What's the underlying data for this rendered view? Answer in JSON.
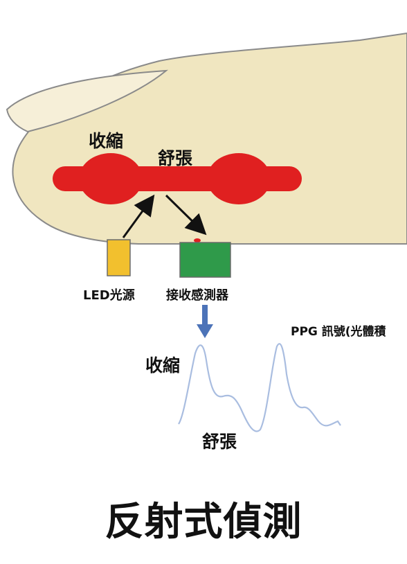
{
  "labels": {
    "contraction_top": "收縮",
    "relaxation_top": "舒張",
    "led_source": "LED光源",
    "receiver_sensor": "接收感測器",
    "ppg_signal": "PPG 訊號(光體積",
    "contraction_ppg": "收縮",
    "relaxation_ppg": "舒張",
    "title": "反射式偵測"
  },
  "colors": {
    "finger_fill": "#f0e6c0",
    "finger_outline": "#8a8a8a",
    "vessel": "#e02020",
    "led": "#f2c02e",
    "receiver": "#2f9a4a",
    "signal_arrow": "#4c73b8",
    "ppg_wave": "#a9bde0",
    "arrow": "#111111"
  },
  "icons": {
    "arrows": "arrow-icon",
    "down_arrow": "down-arrow-icon"
  }
}
